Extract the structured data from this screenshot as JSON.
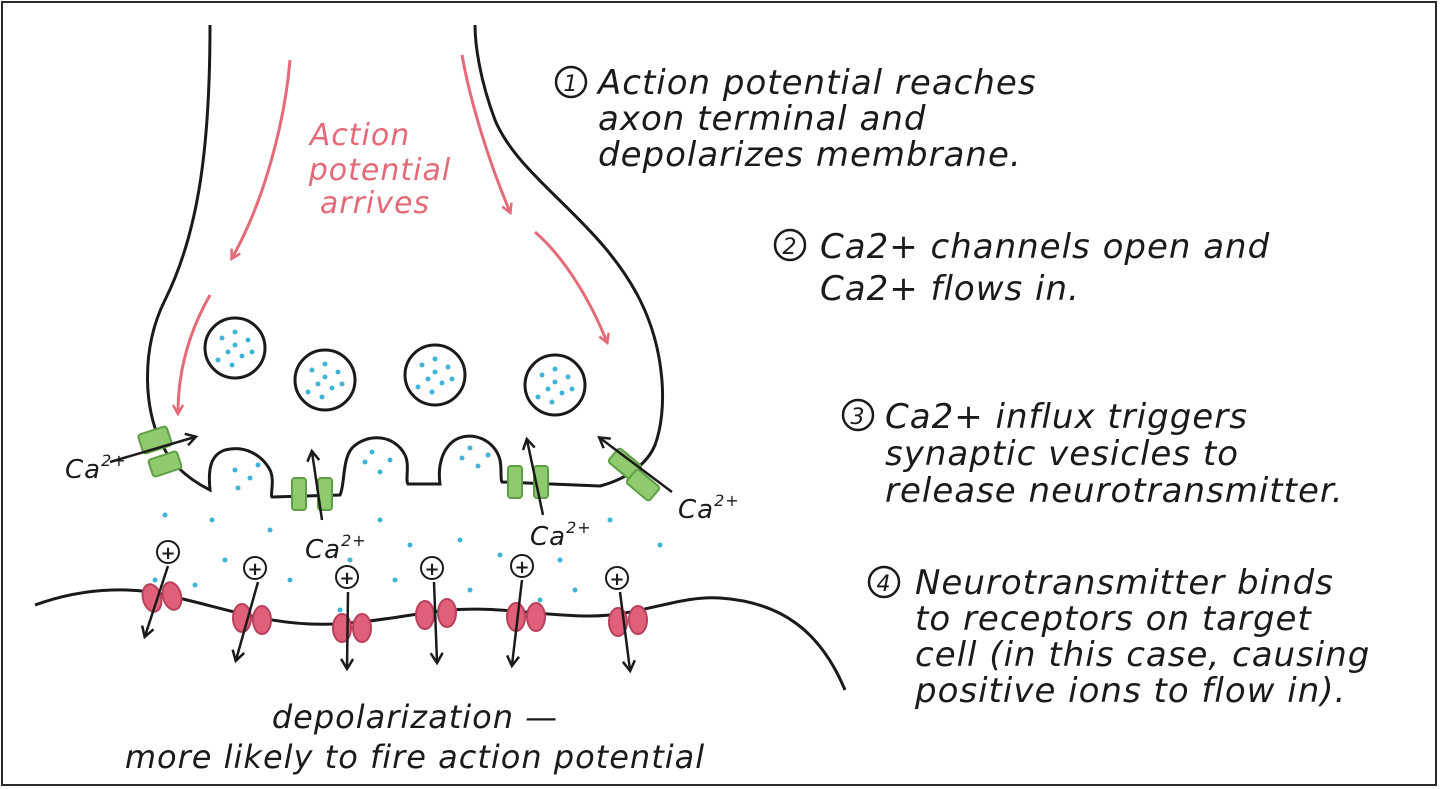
{
  "colors": {
    "membrane": "#1a1a1a",
    "arrow_pink": "#e56a78",
    "vesicle_dot": "#3fb3d8",
    "channel_green": "#8fca6e",
    "channel_green_edge": "#5e9f45",
    "receptor_pink": "#e0607a",
    "receptor_edge": "#b8405a"
  },
  "arrival_label": [
    "Action",
    "potential",
    "arrives"
  ],
  "steps": [
    {
      "number": "1",
      "lines": [
        "Action potential reaches",
        "axon terminal and",
        "depolarizes membrane."
      ]
    },
    {
      "number": "2",
      "lines": [
        "Ca2+ channels open and",
        "Ca2+ flows in."
      ]
    },
    {
      "number": "3",
      "lines": [
        "Ca2+ influx triggers",
        "synaptic vesicles to",
        "release neurotransmitter."
      ]
    },
    {
      "number": "4",
      "lines": [
        "Neurotransmitter binds",
        "to receptors on target",
        "cell (in this case, causing",
        "positive ions to flow in)."
      ]
    }
  ],
  "ion_labels": {
    "ca_base": "Ca",
    "ca_charge": "2+",
    "positive_ion_symbol": "+"
  },
  "bottom_caption": [
    "depolarization —",
    "more likely to fire action potential"
  ]
}
